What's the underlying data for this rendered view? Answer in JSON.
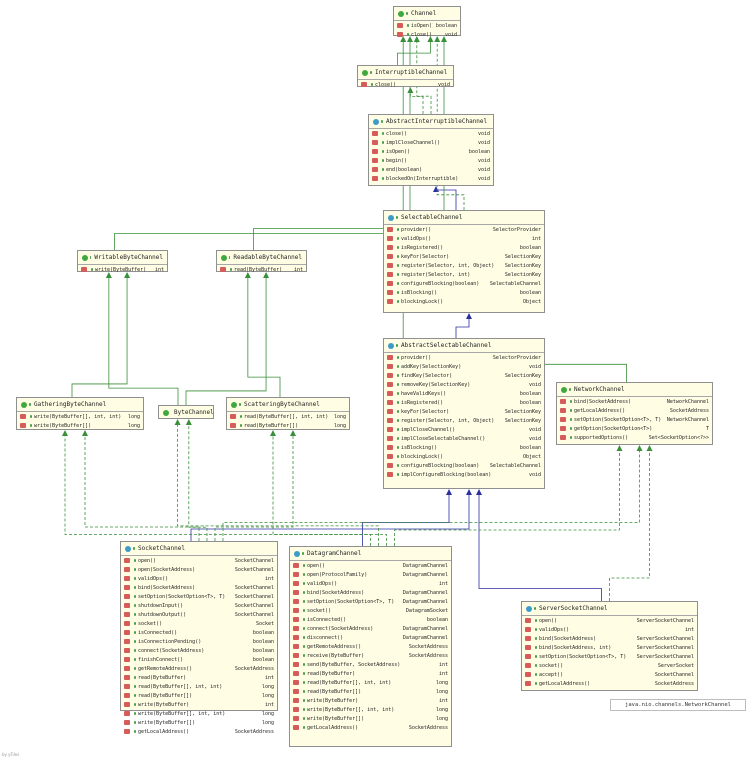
{
  "colors": {
    "interface_icon": "#3fa83f",
    "class_icon": "#3b9bc9",
    "abstract_class_icon": "#3b9bc9",
    "method_icon": "#d65b5b",
    "implements_edge": "#3a8f3a",
    "extends_edge": "#2b2fa0"
  },
  "nodes": [
    {
      "id": "Channel",
      "title": "Channel",
      "kind": "interface",
      "members": [
        {
          "name": "isOpen()",
          "type": "boolean"
        },
        {
          "name": "close()",
          "type": "void"
        }
      ]
    },
    {
      "id": "InterruptibleChannel",
      "title": "InterruptibleChannel",
      "kind": "interface",
      "members": [
        {
          "name": "close()",
          "type": "void"
        }
      ]
    },
    {
      "id": "AbstractInterruptibleChannel",
      "title": "AbstractInterruptibleChannel",
      "kind": "abstract",
      "members": [
        {
          "name": "close()",
          "type": "void"
        },
        {
          "name": "implCloseChannel()",
          "type": "void"
        },
        {
          "name": "isOpen()",
          "type": "boolean"
        },
        {
          "name": "begin()",
          "type": "void"
        },
        {
          "name": "end(boolean)",
          "type": "void"
        },
        {
          "name": "blockedOn(Interruptible)",
          "type": "void"
        }
      ]
    },
    {
      "id": "SelectableChannel",
      "title": "SelectableChannel",
      "kind": "abstract",
      "members": [
        {
          "name": "provider()",
          "type": "SelectorProvider"
        },
        {
          "name": "validOps()",
          "type": "int"
        },
        {
          "name": "isRegistered()",
          "type": "boolean"
        },
        {
          "name": "keyFor(Selector)",
          "type": "SelectionKey"
        },
        {
          "name": "register(Selector, int, Object)",
          "type": "SelectionKey"
        },
        {
          "name": "register(Selector, int)",
          "type": "SelectionKey"
        },
        {
          "name": "configureBlocking(boolean)",
          "type": "SelectableChannel"
        },
        {
          "name": "isBlocking()",
          "type": "boolean"
        },
        {
          "name": "blockingLock()",
          "type": "Object"
        }
      ]
    },
    {
      "id": "AbstractSelectableChannel",
      "title": "AbstractSelectableChannel",
      "kind": "abstract",
      "members": [
        {
          "name": "provider()",
          "type": "SelectorProvider"
        },
        {
          "name": "addKey(SelectionKey)",
          "type": "void"
        },
        {
          "name": "findKey(Selector)",
          "type": "SelectionKey"
        },
        {
          "name": "removeKey(SelectionKey)",
          "type": "void"
        },
        {
          "name": "haveValidKeys()",
          "type": "boolean"
        },
        {
          "name": "isRegistered()",
          "type": "boolean"
        },
        {
          "name": "keyFor(Selector)",
          "type": "SelectionKey"
        },
        {
          "name": "register(Selector, int, Object)",
          "type": "SelectionKey"
        },
        {
          "name": "implCloseChannel()",
          "type": "void"
        },
        {
          "name": "implCloseSelectableChannel()",
          "type": "void"
        },
        {
          "name": "isBlocking()",
          "type": "boolean"
        },
        {
          "name": "blockingLock()",
          "type": "Object"
        },
        {
          "name": "configureBlocking(boolean)",
          "type": "SelectableChannel"
        },
        {
          "name": "implConfigureBlocking(boolean)",
          "type": "void"
        }
      ]
    },
    {
      "id": "WritableByteChannel",
      "title": "WritableByteChannel",
      "kind": "interface",
      "members": [
        {
          "name": "write(ByteBuffer)",
          "type": "int"
        }
      ]
    },
    {
      "id": "ReadableByteChannel",
      "title": "ReadableByteChannel",
      "kind": "interface",
      "members": [
        {
          "name": "read(ByteBuffer)",
          "type": "int"
        }
      ]
    },
    {
      "id": "GatheringByteChannel",
      "title": "GatheringByteChannel",
      "kind": "interface",
      "members": [
        {
          "name": "write(ByteBuffer[], int, int)",
          "type": "long"
        },
        {
          "name": "write(ByteBuffer[])",
          "type": "long"
        }
      ]
    },
    {
      "id": "ByteChannel",
      "title": "ByteChannel",
      "kind": "interface",
      "members": []
    },
    {
      "id": "ScatteringByteChannel",
      "title": "ScatteringByteChannel",
      "kind": "interface",
      "members": [
        {
          "name": "read(ByteBuffer[], int, int)",
          "type": "long"
        },
        {
          "name": "read(ByteBuffer[])",
          "type": "long"
        }
      ]
    },
    {
      "id": "NetworkChannel",
      "title": "NetworkChannel",
      "kind": "interface",
      "members": [
        {
          "name": "bind(SocketAddress)",
          "type": "NetworkChannel"
        },
        {
          "name": "getLocalAddress()",
          "type": "SocketAddress"
        },
        {
          "name": "setOption(SocketOption<T>, T)",
          "type": "NetworkChannel"
        },
        {
          "name": "getOption(SocketOption<T>)",
          "type": "T"
        },
        {
          "name": "supportedOptions()",
          "type": "Set<SocketOption<?>>"
        }
      ]
    },
    {
      "id": "SocketChannel",
      "title": "SocketChannel",
      "kind": "abstract",
      "members": [
        {
          "name": "open()",
          "type": "SocketChannel"
        },
        {
          "name": "open(SocketAddress)",
          "type": "SocketChannel"
        },
        {
          "name": "validOps()",
          "type": "int"
        },
        {
          "name": "bind(SocketAddress)",
          "type": "SocketChannel"
        },
        {
          "name": "setOption(SocketOption<T>, T)",
          "type": "SocketChannel"
        },
        {
          "name": "shutdownInput()",
          "type": "SocketChannel"
        },
        {
          "name": "shutdownOutput()",
          "type": "SocketChannel"
        },
        {
          "name": "socket()",
          "type": "Socket"
        },
        {
          "name": "isConnected()",
          "type": "boolean"
        },
        {
          "name": "isConnectionPending()",
          "type": "boolean"
        },
        {
          "name": "connect(SocketAddress)",
          "type": "boolean"
        },
        {
          "name": "finishConnect()",
          "type": "boolean"
        },
        {
          "name": "getRemoteAddress()",
          "type": "SocketAddress"
        },
        {
          "name": "read(ByteBuffer)",
          "type": "int"
        },
        {
          "name": "read(ByteBuffer[], int, int)",
          "type": "long"
        },
        {
          "name": "read(ByteBuffer[])",
          "type": "long"
        },
        {
          "name": "write(ByteBuffer)",
          "type": "int"
        },
        {
          "name": "write(ByteBuffer[], int, int)",
          "type": "long"
        },
        {
          "name": "write(ByteBuffer[])",
          "type": "long"
        },
        {
          "name": "getLocalAddress()",
          "type": "SocketAddress"
        }
      ]
    },
    {
      "id": "DatagramChannel",
      "title": "DatagramChannel",
      "kind": "abstract",
      "members": [
        {
          "name": "open()",
          "type": "DatagramChannel"
        },
        {
          "name": "open(ProtocolFamily)",
          "type": "DatagramChannel"
        },
        {
          "name": "validOps()",
          "type": "int"
        },
        {
          "name": "bind(SocketAddress)",
          "type": "DatagramChannel"
        },
        {
          "name": "setOption(SocketOption<T>, T)",
          "type": "DatagramChannel"
        },
        {
          "name": "socket()",
          "type": "DatagramSocket"
        },
        {
          "name": "isConnected()",
          "type": "boolean"
        },
        {
          "name": "connect(SocketAddress)",
          "type": "DatagramChannel"
        },
        {
          "name": "disconnect()",
          "type": "DatagramChannel"
        },
        {
          "name": "getRemoteAddress()",
          "type": "SocketAddress"
        },
        {
          "name": "receive(ByteBuffer)",
          "type": "SocketAddress"
        },
        {
          "name": "send(ByteBuffer, SocketAddress)",
          "type": "int"
        },
        {
          "name": "read(ByteBuffer)",
          "type": "int"
        },
        {
          "name": "read(ByteBuffer[], int, int)",
          "type": "long"
        },
        {
          "name": "read(ByteBuffer[])",
          "type": "long"
        },
        {
          "name": "write(ByteBuffer)",
          "type": "int"
        },
        {
          "name": "write(ByteBuffer[], int, int)",
          "type": "long"
        },
        {
          "name": "write(ByteBuffer[])",
          "type": "long"
        },
        {
          "name": "getLocalAddress()",
          "type": "SocketAddress"
        }
      ]
    },
    {
      "id": "ServerSocketChannel",
      "title": "ServerSocketChannel",
      "kind": "abstract",
      "members": [
        {
          "name": "open()",
          "type": "ServerSocketChannel"
        },
        {
          "name": "validOps()",
          "type": "int"
        },
        {
          "name": "bind(SocketAddress)",
          "type": "ServerSocketChannel"
        },
        {
          "name": "bind(SocketAddress, int)",
          "type": "ServerSocketChannel"
        },
        {
          "name": "setOption(SocketOption<T>, T)",
          "type": "ServerSocketChannel"
        },
        {
          "name": "socket()",
          "type": "ServerSocket"
        },
        {
          "name": "accept()",
          "type": "SocketChannel"
        },
        {
          "name": "getLocalAddress()",
          "type": "SocketAddress"
        }
      ]
    }
  ],
  "note": "java.nio.channels.NetworkChannel",
  "credit": "by yFiles",
  "edges": [
    {
      "from": "InterruptibleChannel",
      "to": "Channel",
      "kind": "extends_interface"
    },
    {
      "from": "AbstractInterruptibleChannel",
      "to": "InterruptibleChannel",
      "kind": "implements"
    },
    {
      "from": "AbstractInterruptibleChannel",
      "to": "Channel",
      "kind": "implements"
    },
    {
      "from": "SelectableChannel",
      "to": "AbstractInterruptibleChannel",
      "kind": "extends"
    },
    {
      "from": "SelectableChannel",
      "to": "Channel",
      "kind": "implements"
    },
    {
      "from": "AbstractSelectableChannel",
      "to": "SelectableChannel",
      "kind": "extends"
    },
    {
      "from": "WritableByteChannel",
      "to": "Channel",
      "kind": "extends_interface"
    },
    {
      "from": "ReadableByteChannel",
      "to": "Channel",
      "kind": "extends_interface"
    },
    {
      "from": "NetworkChannel",
      "to": "Channel",
      "kind": "extends_interface"
    },
    {
      "from": "GatheringByteChannel",
      "to": "WritableByteChannel",
      "kind": "extends_interface"
    },
    {
      "from": "ByteChannel",
      "to": "WritableByteChannel",
      "kind": "extends_interface"
    },
    {
      "from": "ByteChannel",
      "to": "ReadableByteChannel",
      "kind": "extends_interface"
    },
    {
      "from": "ScatteringByteChannel",
      "to": "ReadableByteChannel",
      "kind": "extends_interface"
    },
    {
      "from": "SocketChannel",
      "to": "AbstractSelectableChannel",
      "kind": "extends"
    },
    {
      "from": "DatagramChannel",
      "to": "AbstractSelectableChannel",
      "kind": "extends"
    },
    {
      "from": "ServerSocketChannel",
      "to": "AbstractSelectableChannel",
      "kind": "extends"
    },
    {
      "from": "SocketChannel",
      "to": "GatheringByteChannel",
      "kind": "implements"
    },
    {
      "from": "SocketChannel",
      "to": "ByteChannel",
      "kind": "implements"
    },
    {
      "from": "SocketChannel",
      "to": "ScatteringByteChannel",
      "kind": "implements"
    },
    {
      "from": "SocketChannel",
      "to": "NetworkChannel",
      "kind": "implements"
    },
    {
      "from": "DatagramChannel",
      "to": "GatheringByteChannel",
      "kind": "implements"
    },
    {
      "from": "DatagramChannel",
      "to": "ByteChannel",
      "kind": "implements"
    },
    {
      "from": "DatagramChannel",
      "to": "ScatteringByteChannel",
      "kind": "implements"
    },
    {
      "from": "DatagramChannel",
      "to": "NetworkChannel",
      "kind": "implements"
    },
    {
      "from": "ServerSocketChannel",
      "to": "NetworkChannel",
      "kind": "implements"
    }
  ]
}
